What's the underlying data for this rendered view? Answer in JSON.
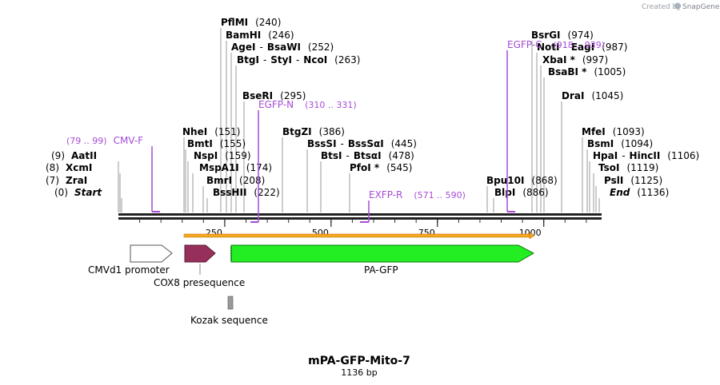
{
  "credit": {
    "text": "Created by",
    "brand": "SnapGene"
  },
  "title": "mPA-GFP-Mito-7",
  "length": "1136 bp",
  "ticks": [
    "250",
    "500",
    "750",
    "1000"
  ],
  "sites": [
    {
      "pos": "(0)",
      "name": "Start",
      "italic": true
    },
    {
      "pos": "(7)",
      "name": "ZraI"
    },
    {
      "pos": "(8)",
      "name": "XcmI"
    },
    {
      "pos": "(9)",
      "name": "AatII"
    },
    {
      "pos": "(151)",
      "name": "NheI"
    },
    {
      "pos": "(155)",
      "name": "BmtI"
    },
    {
      "pos": "(159)",
      "name": "NspI"
    },
    {
      "pos": "(174)",
      "name": "MspA1I"
    },
    {
      "pos": "(208)",
      "name": "BmrI"
    },
    {
      "pos": "(222)",
      "name": "BssHII"
    },
    {
      "pos": "(240)",
      "name": "PflMI"
    },
    {
      "pos": "(246)",
      "name": "BamHI"
    },
    {
      "pos": "(252)",
      "name": "AgeI",
      "dash": "-",
      "name2": "BsaWI"
    },
    {
      "pos": "(263)",
      "name": "BtgI",
      "dash": "-",
      "name2": "StyI",
      "dash2": "-",
      "name3": "NcoI"
    },
    {
      "pos": "(295)",
      "name": "BseRI"
    },
    {
      "pos": "(386)",
      "name": "BtgZI"
    },
    {
      "pos": "(445)",
      "name": "BssSI",
      "dash": "-",
      "name2": "BssSαI"
    },
    {
      "pos": "(478)",
      "name": "BtsI",
      "dash": "-",
      "name2": "BtsαI"
    },
    {
      "pos": "(545)",
      "name": "PfoI *"
    },
    {
      "pos": "(868)",
      "name": "Bpu10I"
    },
    {
      "pos": "(886)",
      "name": "BlpI"
    },
    {
      "pos": "(974)",
      "name": "BsrGI"
    },
    {
      "pos": "(987)",
      "name": "NotI",
      "dash": "-",
      "name2": "EagI"
    },
    {
      "pos": "(997)",
      "name": "XbaI *"
    },
    {
      "pos": "(1005)",
      "name": "BsaBI *"
    },
    {
      "pos": "(1045)",
      "name": "DraI"
    },
    {
      "pos": "(1093)",
      "name": "MfeI"
    },
    {
      "pos": "(1094)",
      "name": "BsmI"
    },
    {
      "pos": "(1106)",
      "name": "HpaI",
      "dash": "-",
      "name2": "HincII"
    },
    {
      "pos": "(1119)",
      "name": "TsoI"
    },
    {
      "pos": "(1125)",
      "name": "PslI"
    },
    {
      "pos": "(1136)",
      "name": "End",
      "italic": true
    }
  ],
  "primers": [
    {
      "name": "CMV-F",
      "range": "(79 .. 99)"
    },
    {
      "name": "EGFP-N",
      "range": "(310 .. 331)"
    },
    {
      "name": "EXFP-R",
      "range": "(571 .. 590)"
    },
    {
      "name": "EGFP-C",
      "range": "(918 .. 939)"
    }
  ],
  "features": {
    "cmv": "CMVd1 promoter",
    "cox8": "COX8 presequence",
    "pagfp": "PA-GFP",
    "kozak": "Kozak sequence"
  },
  "colors": {
    "primer": "#a64cd6",
    "cox8": "#96305a",
    "pagfp": "#22ee22",
    "orf": "#f5a623",
    "backbone": "#333333"
  }
}
